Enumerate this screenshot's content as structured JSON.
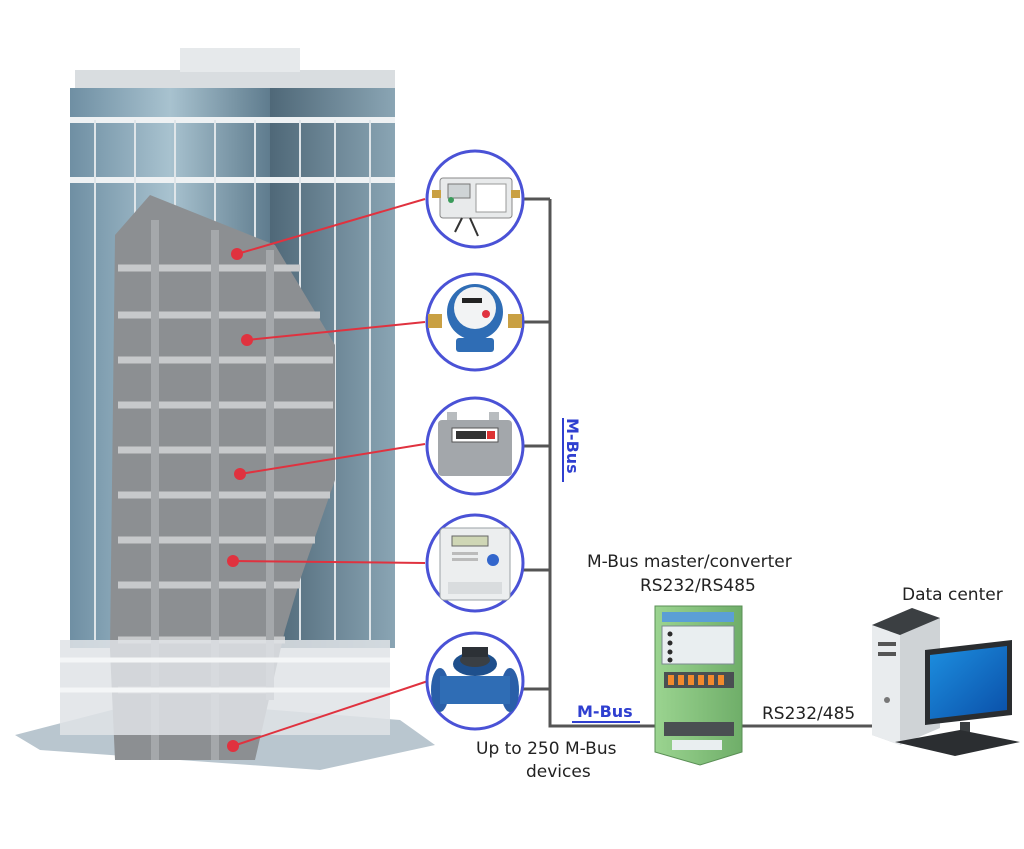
{
  "labels": {
    "master_line1": "M-Bus master/converter",
    "master_line2": "RS232/RS485",
    "data_center": "Data center",
    "rs_link": "RS232/485",
    "devices_line1": "Up to 250 M-Bus",
    "devices_line2": "devices",
    "mbus_logo_vertical": "M-Bus",
    "mbus_logo_horizontal": "M-Bus"
  },
  "meters": [
    {
      "icon": "heat-meter-icon"
    },
    {
      "icon": "water-meter-icon"
    },
    {
      "icon": "gas-meter-icon"
    },
    {
      "icon": "electricity-meter-icon"
    },
    {
      "icon": "large-water-meter-icon"
    }
  ],
  "colors": {
    "bus_line": "#555555",
    "meter_ring": "#4a52d6",
    "probe_line": "#e0323f",
    "mbus_logo": "#2f3fd0",
    "converter_green": "#7ec07a"
  }
}
